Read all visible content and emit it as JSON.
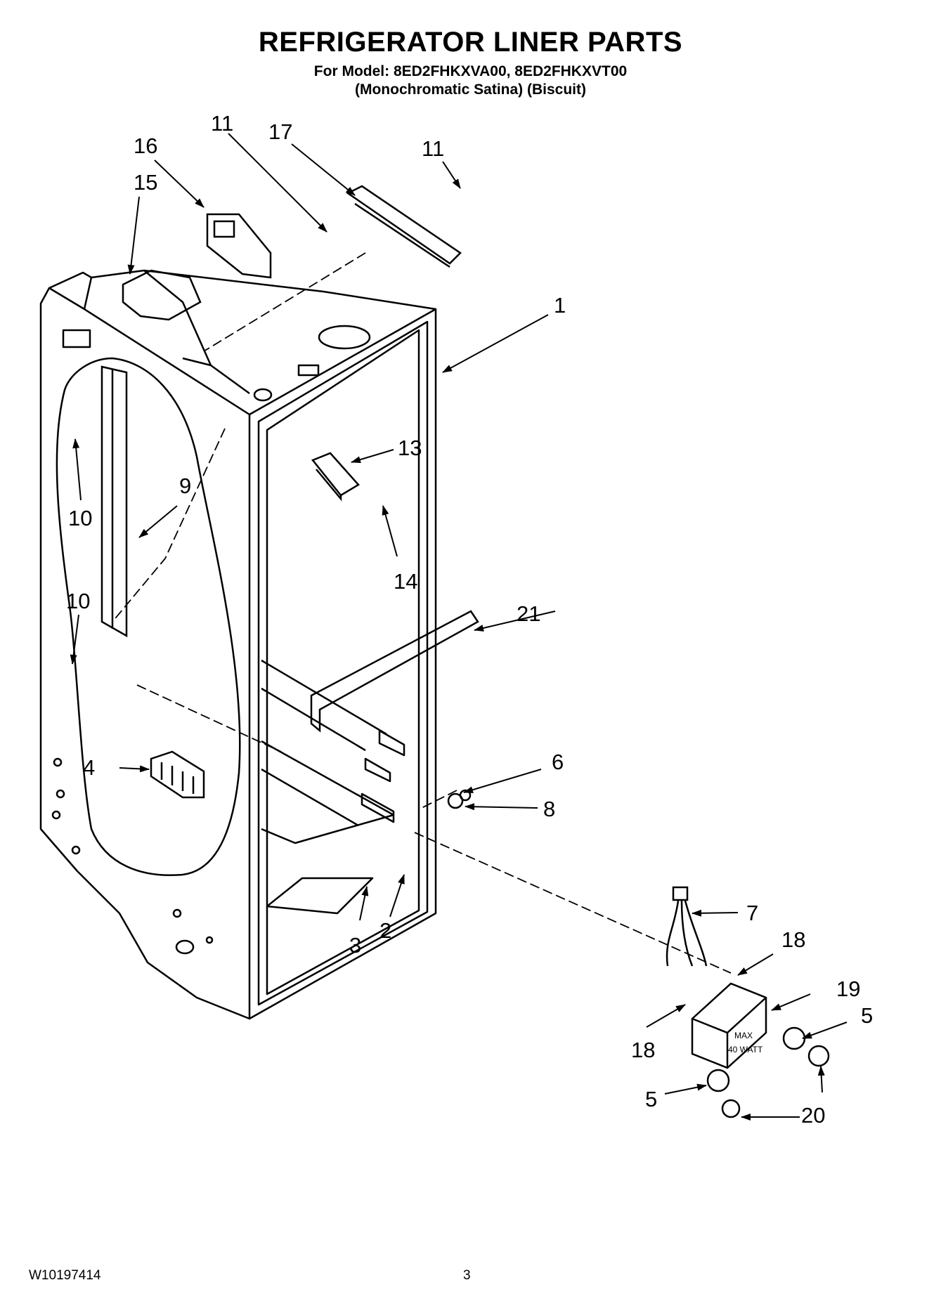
{
  "header": {
    "title": "REFRIGERATOR LINER PARTS",
    "model_line": "For Model: 8ED2FHKXVA00, 8ED2FHKXVT00",
    "color_line": "(Monochromatic Satina)  (Biscuit)"
  },
  "diagram": {
    "lamp_housing_marking_1": "MAX",
    "lamp_housing_marking_2": "40 WATT",
    "callouts": [
      "1",
      "2",
      "3",
      "4",
      "5",
      "5",
      "6",
      "7",
      "8",
      "9",
      "10",
      "10",
      "11",
      "11",
      "13",
      "14",
      "15",
      "16",
      "17",
      "18",
      "18",
      "19",
      "20",
      "21"
    ]
  },
  "footer": {
    "doc_number": "W10197414",
    "page_number": "3"
  }
}
